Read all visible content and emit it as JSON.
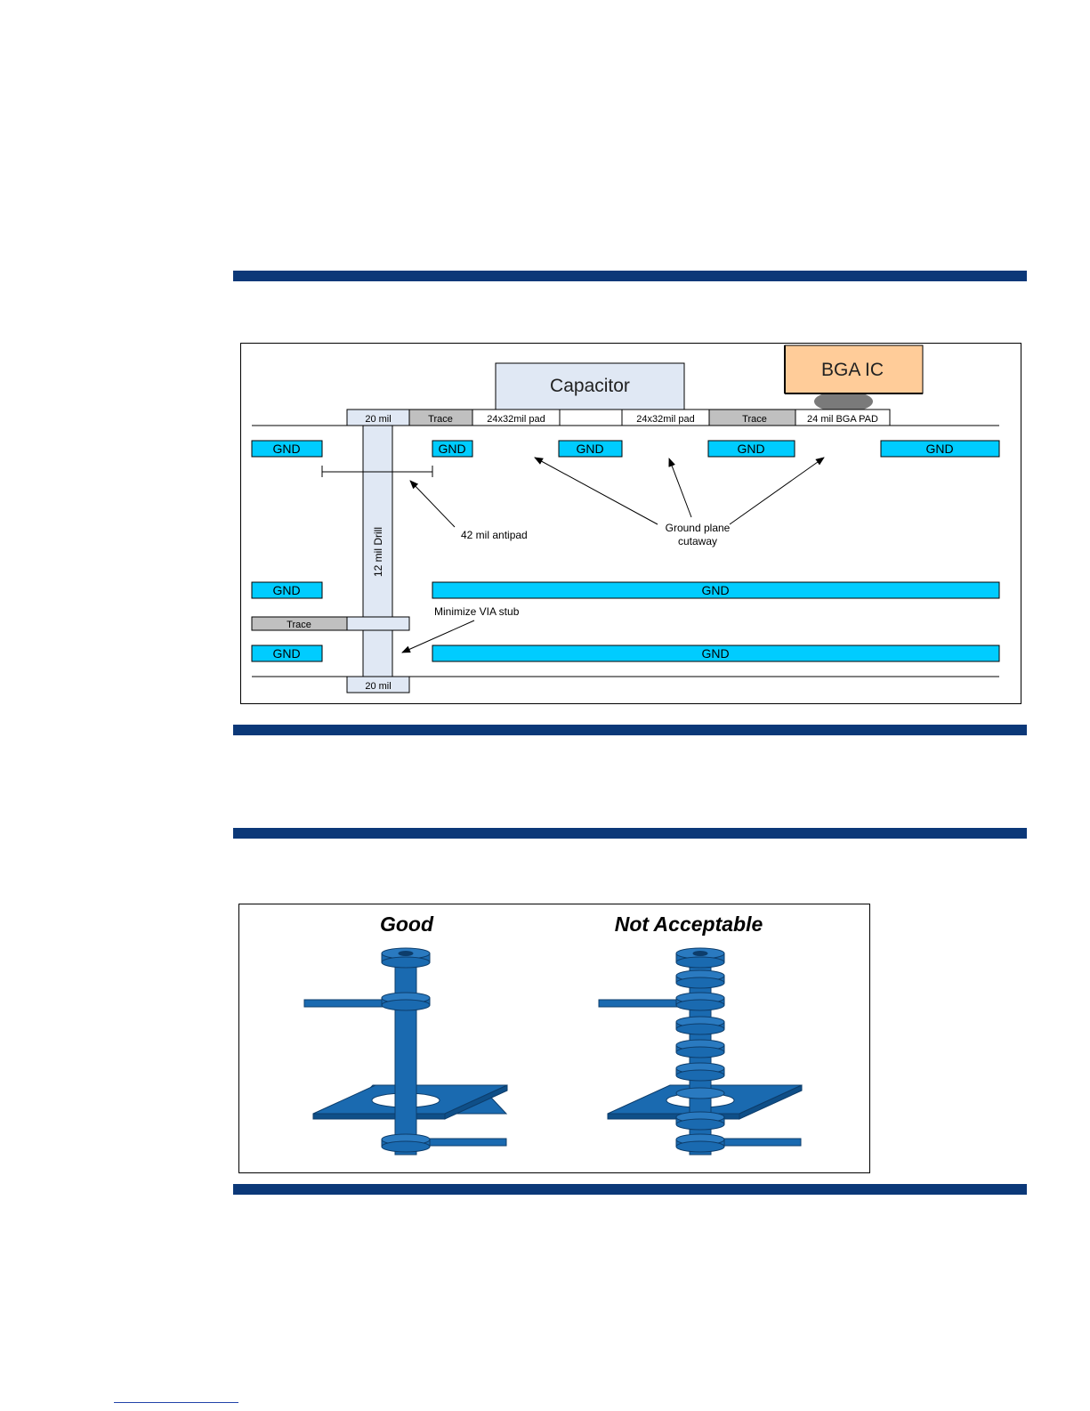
{
  "colors": {
    "rule": "#0b3878",
    "gnd_fill": "#00ccff",
    "trace_fill": "#c0c0c0",
    "pad_fill": "#ffffff",
    "drill_fill": "#e0e8f4",
    "capacitor_fill": "#e0e8f4",
    "bga_fill": "#ffcc99",
    "bga_ball": "#808080",
    "via_blue": "#1a6ab0"
  },
  "stackup": {
    "capacitor_label": "Capacitor",
    "bga_label": "BGA IC",
    "top_layer": [
      "20 mil",
      "Trace",
      "24x32mil pad",
      "24x32mil pad",
      "Trace",
      "24 mil BGA PAD"
    ],
    "gnd_label": "GND",
    "drill_label": "12 mil Drill",
    "antipad_label": "42 mil antipad",
    "cutaway_label_line1": "Ground plane",
    "cutaway_label_line2": "cutaway",
    "stub_label": "Minimize VIA stub",
    "inner_trace_label": "Trace",
    "bottom_pad_label": "20 mil"
  },
  "via_compare": {
    "good_label": "Good",
    "bad_label": "Not Acceptable"
  }
}
